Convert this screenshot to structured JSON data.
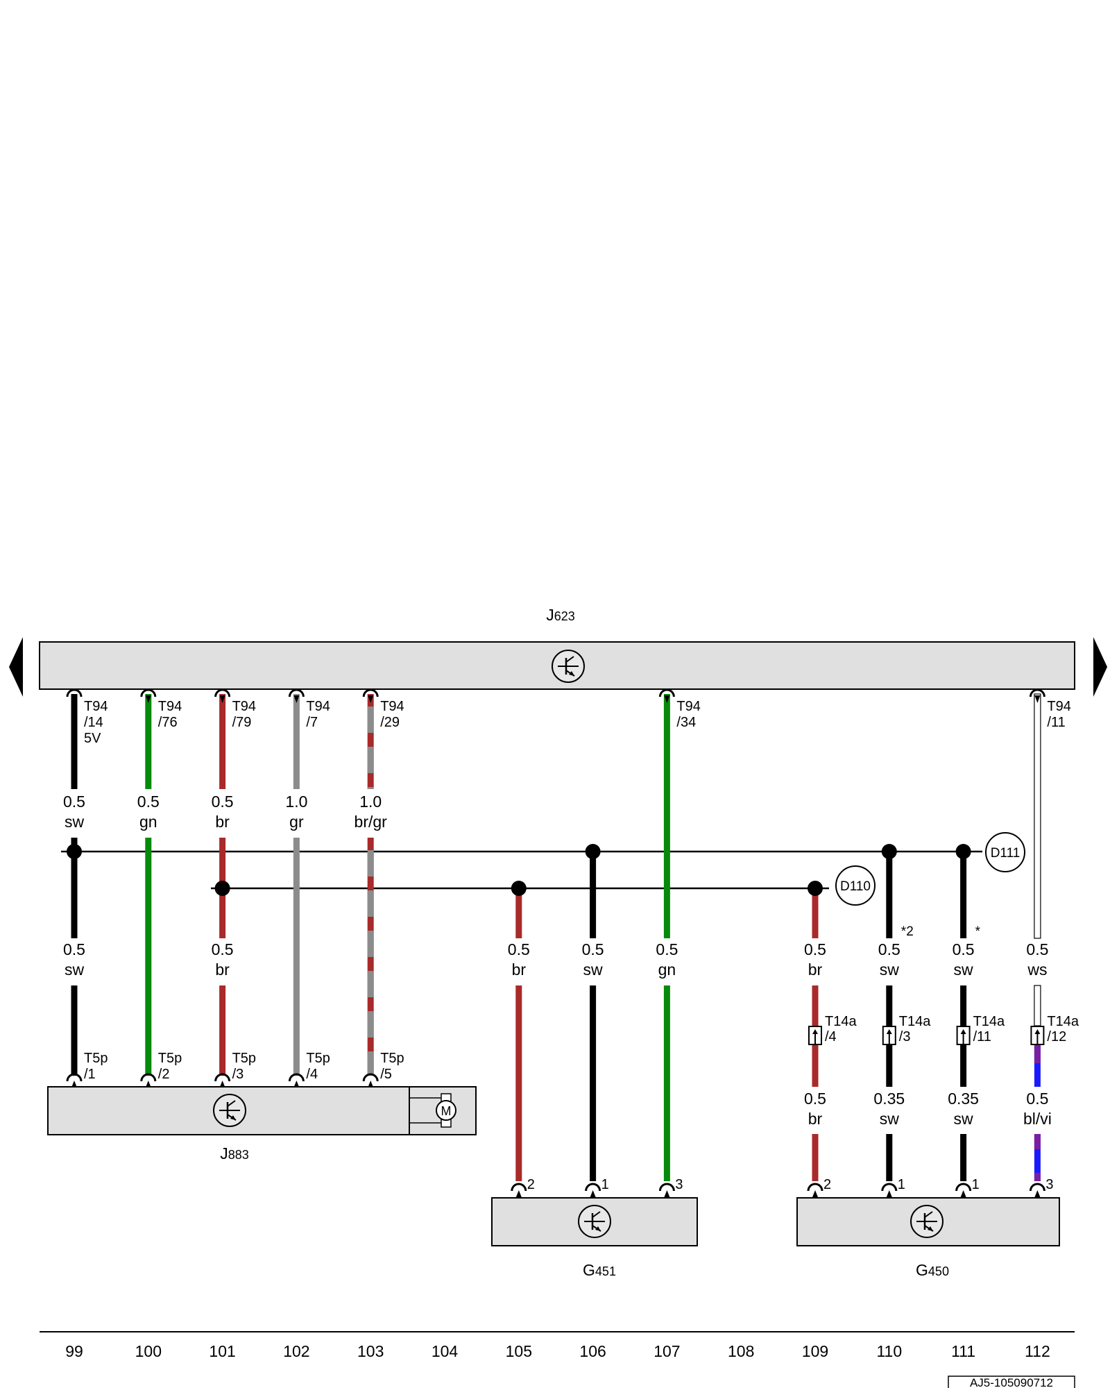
{
  "components": {
    "J623": {
      "letter": "J",
      "number": "623"
    },
    "J883": {
      "letter": "J",
      "number": "883"
    },
    "G451": {
      "letter": "G",
      "number": "451"
    },
    "G450": {
      "letter": "G",
      "number": "450"
    },
    "motor_symbol": "M"
  },
  "buses": {
    "upper": "D111",
    "lower": "D110"
  },
  "colors": {
    "sw": "#000000",
    "gn": "#078a0b",
    "br": "#a82a2a",
    "gr": "#8c8c8c",
    "ws": "#ffffff",
    "bl": "#1a1aff",
    "vi": "#7b1fa2",
    "component_fill": "#e0e0e0",
    "outline": "#000000"
  },
  "columns": [
    "99",
    "100",
    "101",
    "102",
    "103",
    "104",
    "105",
    "106",
    "107",
    "108",
    "109",
    "110",
    "111",
    "112"
  ],
  "top_pins": [
    {
      "connector": "T94",
      "pin": "/14",
      "extra": "5V",
      "column": "99"
    },
    {
      "connector": "T94",
      "pin": "/76",
      "column": "100"
    },
    {
      "connector": "T94",
      "pin": "/79",
      "column": "101"
    },
    {
      "connector": "T94",
      "pin": "/7",
      "column": "102"
    },
    {
      "connector": "T94",
      "pin": "/29",
      "column": "103"
    },
    {
      "connector": "T94",
      "pin": "/34",
      "column": "107"
    },
    {
      "connector": "T94",
      "pin": "/11",
      "column": "112"
    }
  ],
  "upper_wires": [
    {
      "size": "0.5",
      "color": "sw",
      "column": "99"
    },
    {
      "size": "0.5",
      "color": "gn",
      "column": "100"
    },
    {
      "size": "0.5",
      "color": "br",
      "column": "101"
    },
    {
      "size": "1.0",
      "color": "gr",
      "column": "102"
    },
    {
      "size": "1.0",
      "color": "br/gr",
      "column": "103"
    }
  ],
  "mid_wires": [
    {
      "size": "0.5",
      "color": "sw",
      "column": "99"
    },
    {
      "size": "0.5",
      "color": "br",
      "column": "101"
    },
    {
      "size": "0.5",
      "color": "br",
      "column": "105"
    },
    {
      "size": "0.5",
      "color": "sw",
      "column": "106"
    },
    {
      "size": "0.5",
      "color": "gn",
      "column": "107"
    },
    {
      "size": "0.5",
      "color": "br",
      "column": "109"
    },
    {
      "size": "0.5",
      "color": "sw",
      "column": "110",
      "note": "*2"
    },
    {
      "size": "0.5",
      "color": "sw",
      "column": "111",
      "note": "*"
    },
    {
      "size": "0.5",
      "color": "ws",
      "column": "112"
    }
  ],
  "t14a_pins": [
    {
      "connector": "T14a",
      "pin": "/4",
      "column": "109"
    },
    {
      "connector": "T14a",
      "pin": "/3",
      "column": "110"
    },
    {
      "connector": "T14a",
      "pin": "/11",
      "column": "111"
    },
    {
      "connector": "T14a",
      "pin": "/12",
      "column": "112"
    }
  ],
  "lower_wires": [
    {
      "size": "0.5",
      "color": "br",
      "column": "109"
    },
    {
      "size": "0.35",
      "color": "sw",
      "column": "110"
    },
    {
      "size": "0.35",
      "color": "sw",
      "column": "111"
    },
    {
      "size": "0.5",
      "color": "bl/vi",
      "column": "112"
    }
  ],
  "j883_pins": [
    {
      "connector": "T5p",
      "pin": "/1",
      "column": "99"
    },
    {
      "connector": "T5p",
      "pin": "/2",
      "column": "100"
    },
    {
      "connector": "T5p",
      "pin": "/3",
      "column": "101"
    },
    {
      "connector": "T5p",
      "pin": "/4",
      "column": "102"
    },
    {
      "connector": "T5p",
      "pin": "/5",
      "column": "103"
    }
  ],
  "g451_pins": [
    {
      "pin": "2",
      "column": "105"
    },
    {
      "pin": "1",
      "column": "106"
    },
    {
      "pin": "3",
      "column": "107"
    }
  ],
  "g450_pins": [
    {
      "pin": "2",
      "column": "109"
    },
    {
      "pin": "1",
      "column": "110"
    },
    {
      "pin": "1",
      "column": "111"
    },
    {
      "pin": "3",
      "column": "112"
    }
  ],
  "footer_code": "AJ5-105090712"
}
